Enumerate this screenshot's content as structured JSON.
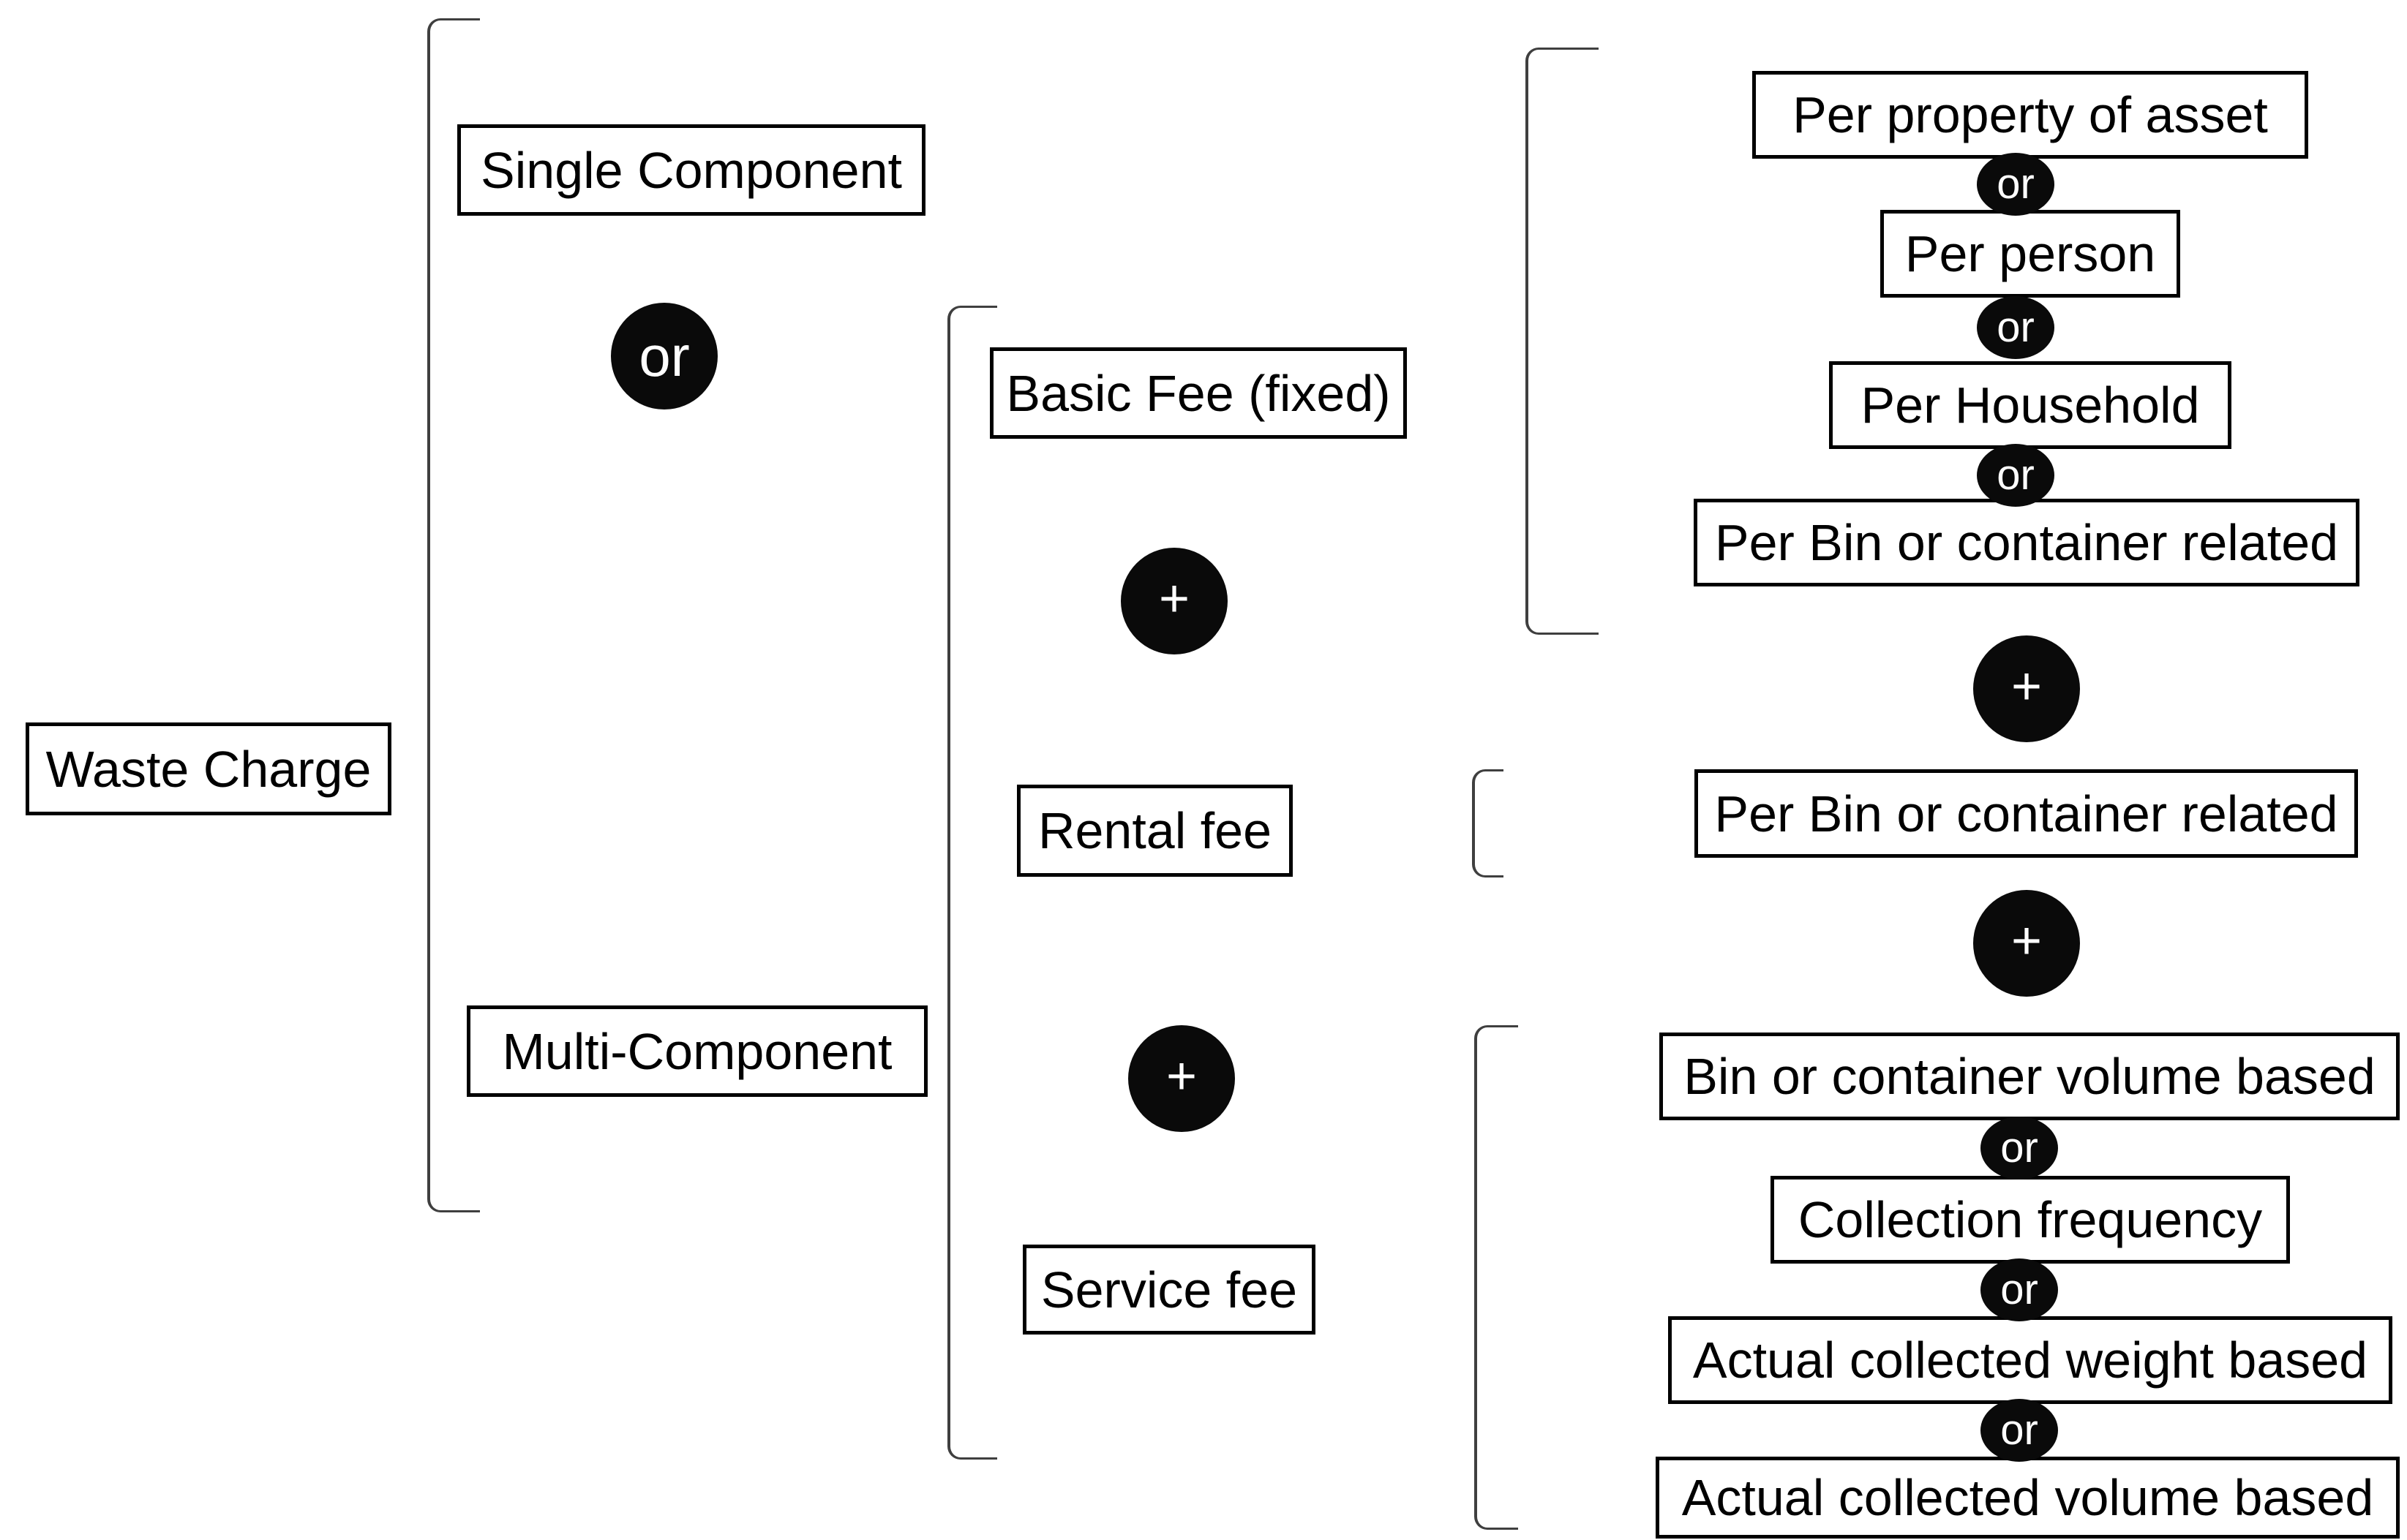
{
  "root": {
    "label": "Waste Charge"
  },
  "components": {
    "single": "Single Component",
    "multi": "Multi-Component"
  },
  "fees": {
    "basic": "Basic Fee (fixed)",
    "rental": "Rental fee",
    "service": "Service fee"
  },
  "basic_fee_options": [
    "Per property of asset",
    "Per person",
    "Per Household",
    "Per Bin or container related"
  ],
  "rental_fee_option": "Per Bin or container related",
  "service_fee_options": [
    "Bin or container volume based",
    "Collection frequency",
    "Actual collected weight based",
    "Actual collected volume based"
  ],
  "connectors": {
    "or": "or",
    "plus": "+"
  },
  "colors": {
    "box_border": "#000000",
    "box_fill": "#ffffff",
    "text": "#000000",
    "connector_fill": "#0a0a0a",
    "connector_text": "#ffffff",
    "bracket": "#3f3f3f",
    "background": "#ffffff"
  }
}
